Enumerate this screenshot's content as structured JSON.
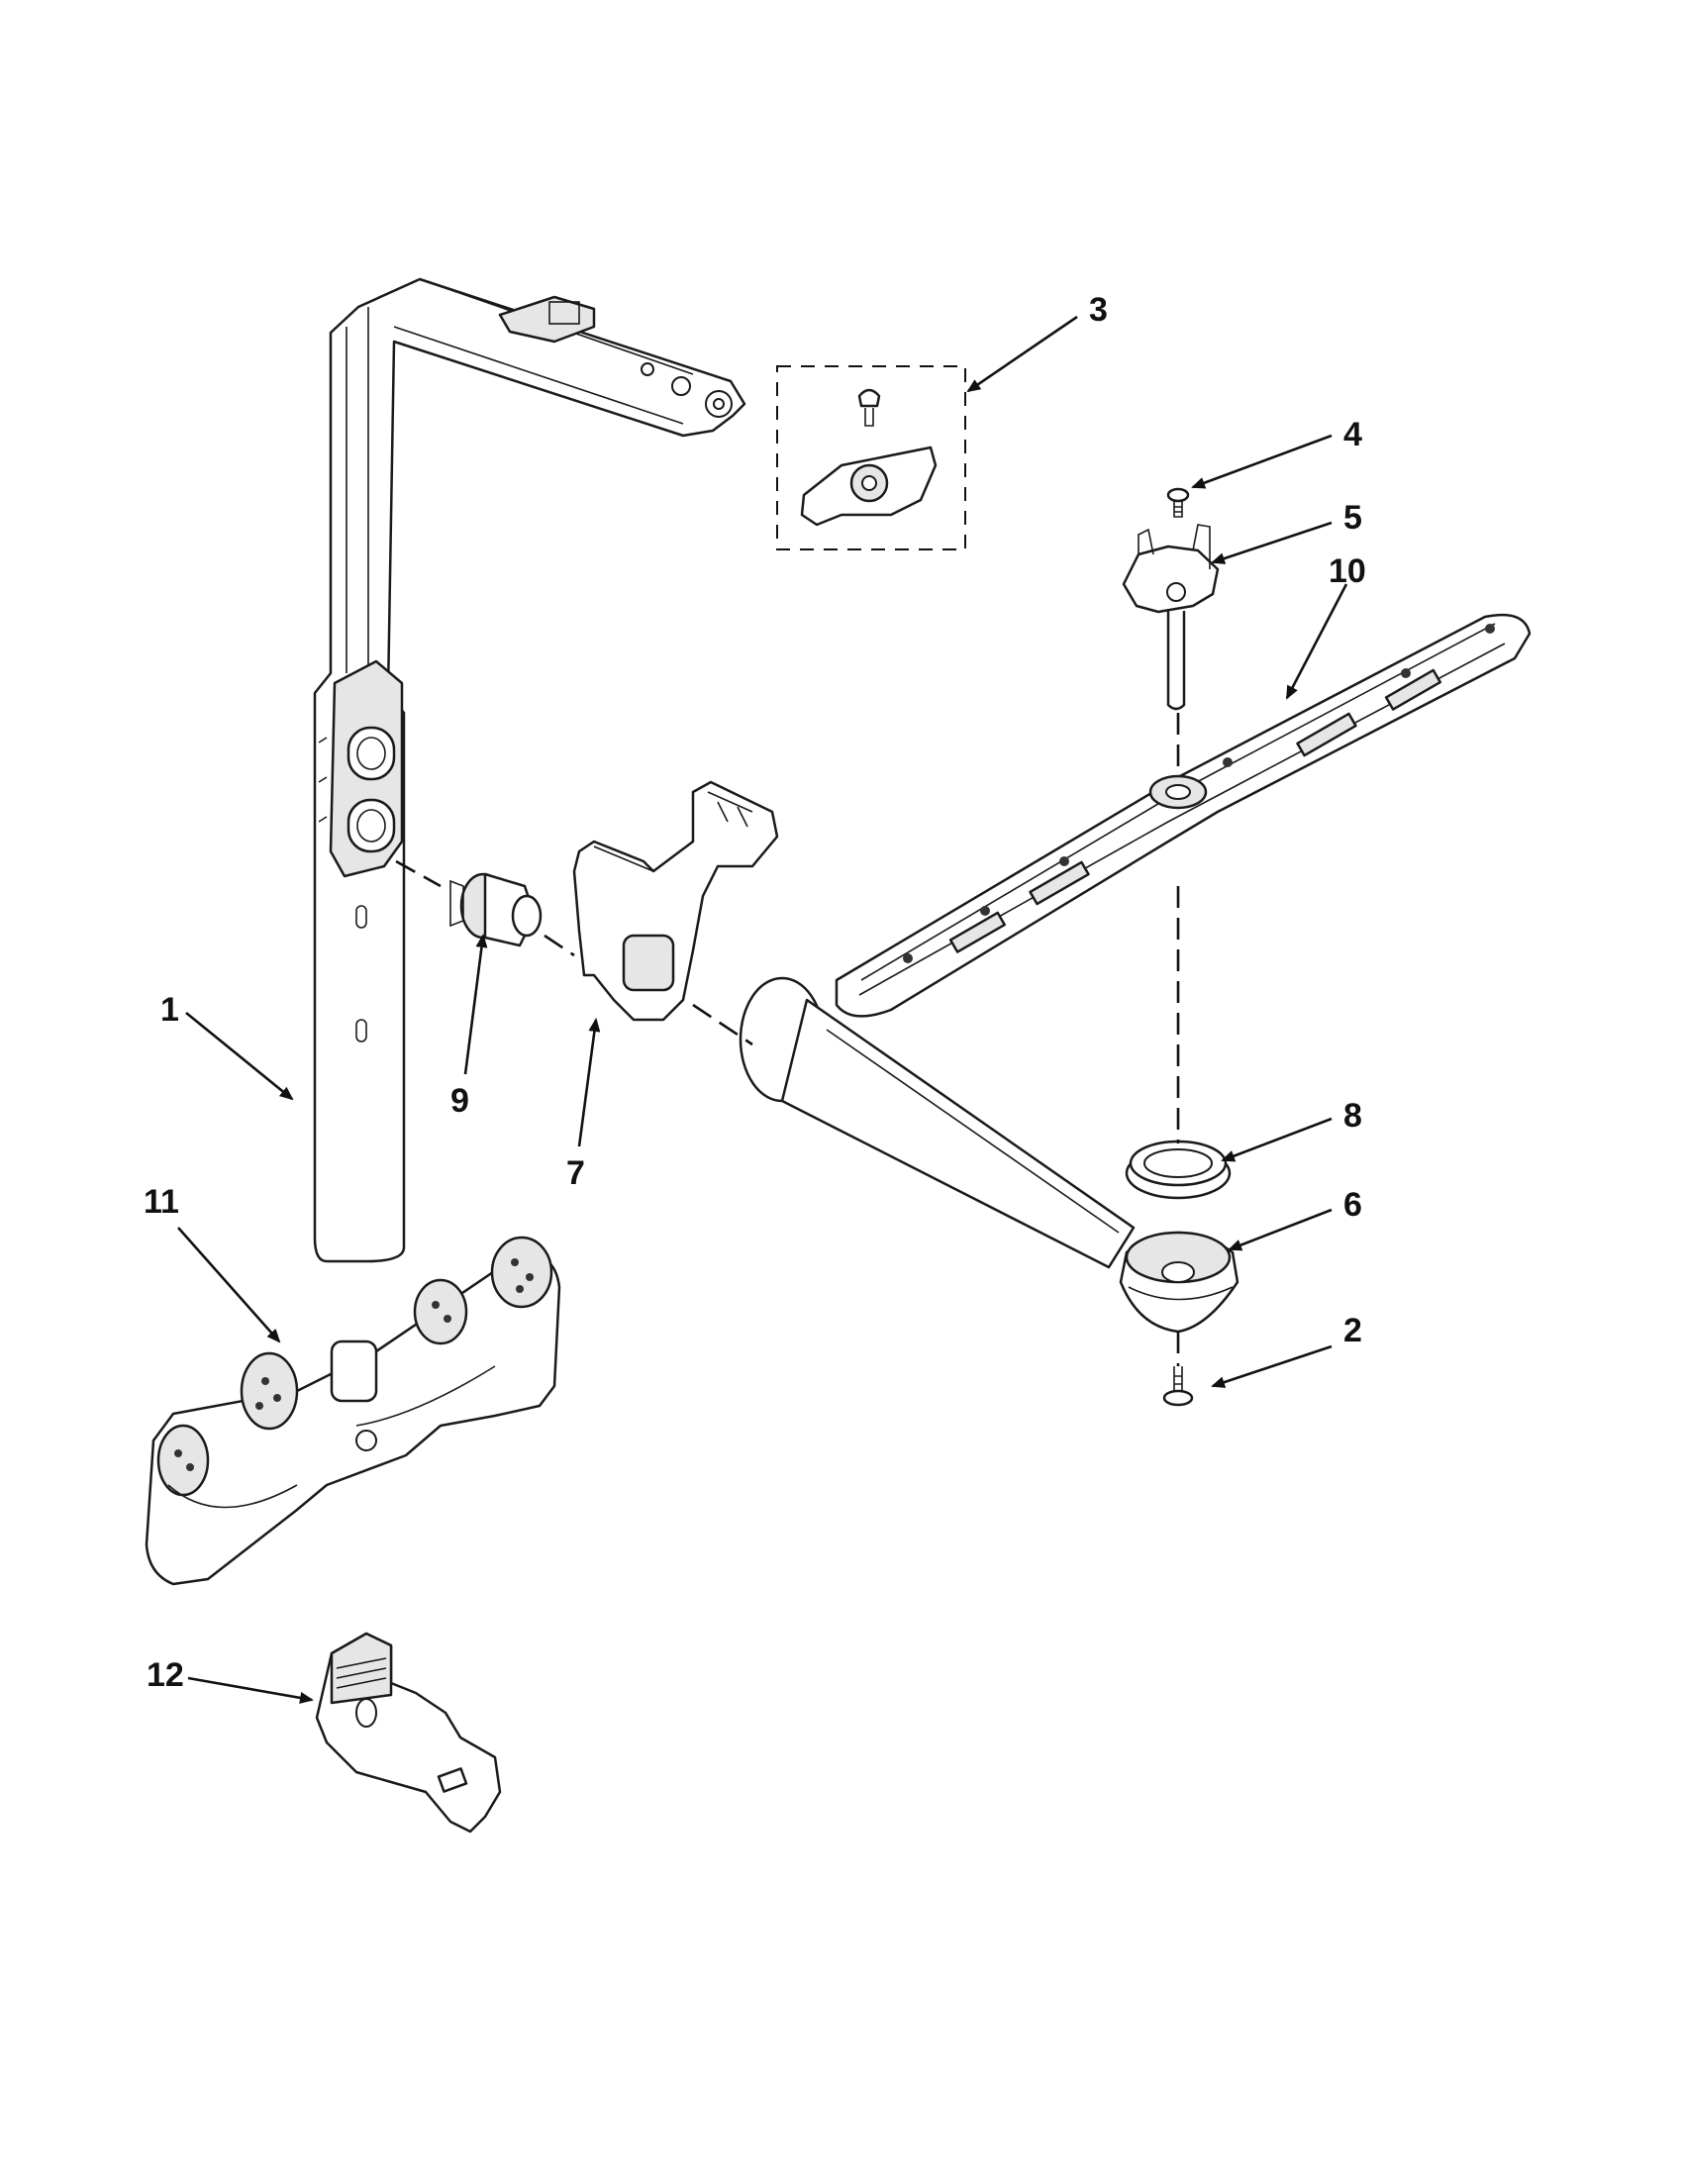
{
  "diagram": {
    "callouts": [
      {
        "id": "1",
        "label": "1"
      },
      {
        "id": "2",
        "label": "2"
      },
      {
        "id": "3",
        "label": "3"
      },
      {
        "id": "4",
        "label": "4"
      },
      {
        "id": "5",
        "label": "5"
      },
      {
        "id": "6",
        "label": "6"
      },
      {
        "id": "7",
        "label": "7"
      },
      {
        "id": "8",
        "label": "8"
      },
      {
        "id": "9",
        "label": "9"
      },
      {
        "id": "10",
        "label": "10"
      },
      {
        "id": "11",
        "label": "11"
      },
      {
        "id": "12",
        "label": "12"
      }
    ],
    "colors": {
      "line": "#1a1a1a",
      "part_fill": "#ffffff",
      "shade": "#e6e6e6",
      "background": "#ffffff"
    }
  }
}
